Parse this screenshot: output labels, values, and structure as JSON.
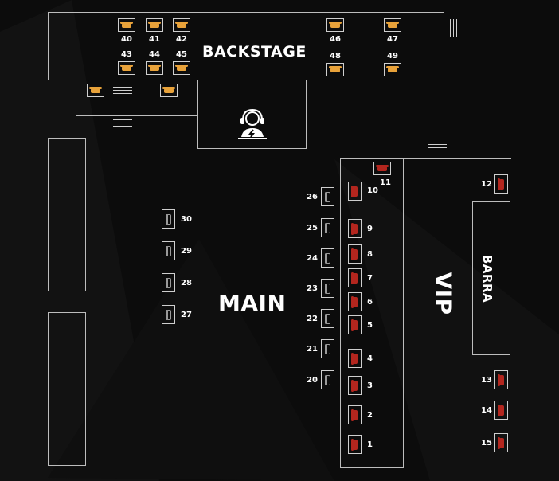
{
  "colors": {
    "background": "#0c0c0c",
    "outline": "#bdbdbd",
    "backstage_seat": "#e8a23a",
    "vip_seat": "#b3261e",
    "main_seat": "#9a9a9a",
    "text": "#ffffff"
  },
  "zones": {
    "backstage": "BACKSTAGE",
    "main": "MAIN",
    "vip": "VIP",
    "barra": "BARRA"
  },
  "dj_icon": "dj-headphones-icon",
  "backstage_tables": [
    "40",
    "41",
    "42",
    "43",
    "44",
    "45",
    "46",
    "47",
    "48",
    "49"
  ],
  "main_tables": [
    "20",
    "21",
    "22",
    "23",
    "24",
    "25",
    "26",
    "27",
    "28",
    "29",
    "30"
  ],
  "vip_tables": [
    "1",
    "2",
    "3",
    "4",
    "5",
    "6",
    "7",
    "8",
    "9",
    "10",
    "11"
  ],
  "barra_tables": [
    "12",
    "13",
    "14",
    "15"
  ]
}
